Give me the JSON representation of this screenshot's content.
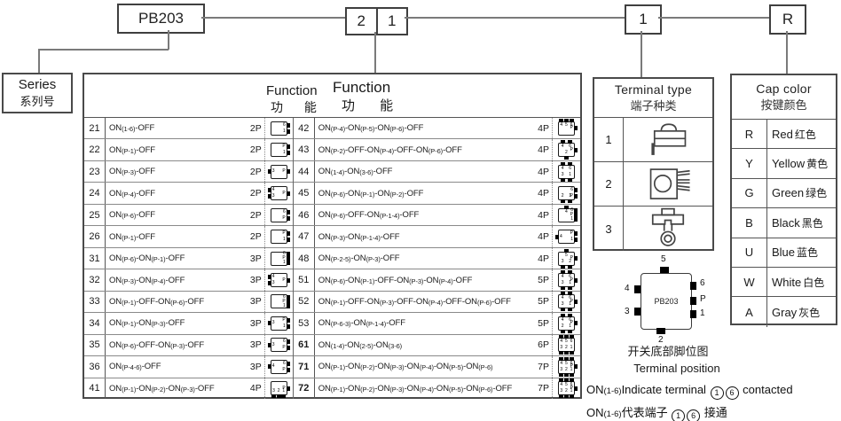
{
  "code_boxes": {
    "series": "PB203",
    "function_digit_left": "2",
    "function_digit_right": "1",
    "terminal": "1",
    "cap": "R"
  },
  "series": {
    "title_en": "Series",
    "title_zh": "系列号"
  },
  "function": {
    "title_en_1": "Function",
    "title_zh_1": "功 能",
    "title_en_2": "Function",
    "title_zh_2": "功 能",
    "left_rows": [
      {
        "num": "21",
        "fn": "ON(1-6)-OFF",
        "poles": "2P",
        "icon": {
          "r": [
            "6",
            "1"
          ]
        }
      },
      {
        "num": "22",
        "fn": "ON(P-1)-OFF",
        "poles": "2P",
        "icon": {
          "r": [
            "P",
            "1"
          ]
        }
      },
      {
        "num": "23",
        "fn": "ON(P-3)-OFF",
        "poles": "2P",
        "icon": {
          "l": [
            "3"
          ],
          "r": [
            "P"
          ]
        }
      },
      {
        "num": "24",
        "fn": "ON(P-4)-OFF",
        "poles": "2P",
        "icon": {
          "l": [
            "4",
            "3"
          ],
          "r": [
            "P"
          ]
        }
      },
      {
        "num": "25",
        "fn": "ON(P-6)-OFF",
        "poles": "2P",
        "icon": {
          "r": [
            "6",
            "P"
          ]
        }
      },
      {
        "num": "26",
        "fn": "ON(P-1)-OFF",
        "poles": "2P",
        "icon": {
          "r": [
            "P",
            "1"
          ]
        }
      },
      {
        "num": "31",
        "fn": "ON(P-6)-ON(P-1)-OFF",
        "poles": "3P",
        "icon": {
          "r": [
            "6",
            "P",
            "1"
          ]
        }
      },
      {
        "num": "32",
        "fn": "ON(P-3)-ON(P-4)-OFF",
        "poles": "3P",
        "icon": {
          "l": [
            "4",
            "3"
          ],
          "r": [
            "P"
          ]
        }
      },
      {
        "num": "33",
        "fn": "ON(P-1)-OFF-ON(P-6)-OFF",
        "poles": "3P",
        "icon": {
          "r": [
            "6",
            "P",
            "1"
          ]
        }
      },
      {
        "num": "34",
        "fn": "ON(P-1)-ON(P-3)-OFF",
        "poles": "3P",
        "icon": {
          "l": [
            "3"
          ],
          "r": [
            "P",
            "1"
          ]
        }
      },
      {
        "num": "35",
        "fn": "ON(P-6)-OFF-ON(P-3)-OFF",
        "poles": "3P",
        "icon": {
          "l": [
            "3"
          ],
          "r": [
            "6",
            "P"
          ]
        }
      },
      {
        "num": "36",
        "fn": "ON(P-4-6)-OFF",
        "poles": "3P",
        "icon": {
          "l": [
            "4"
          ],
          "r": [
            "6",
            "P"
          ]
        }
      },
      {
        "num": "41",
        "fn": "ON(P-1)-ON(P-2)-ON(P-3)-OFF",
        "poles": "4P",
        "icon": {
          "b": [
            "3",
            "2",
            "1"
          ],
          "r": [
            "P"
          ]
        }
      }
    ],
    "right_rows": [
      {
        "num": "42",
        "fn": "ON(P-4)-ON(P-5)-ON(P-6)-OFF",
        "poles": "4P",
        "icon": {
          "t": [
            "4",
            "5",
            "6"
          ],
          "r": [
            "P"
          ]
        }
      },
      {
        "num": "43",
        "fn": "ON(P-2)-OFF-ON(P-4)-OFF-ON(P-6)-OFF",
        "poles": "4P",
        "icon": {
          "t": [
            "4",
            "6"
          ],
          "r": [
            "P"
          ],
          "b": [
            "2"
          ]
        }
      },
      {
        "num": "44",
        "fn": "ON(1-4)-ON(3-6)-OFF",
        "poles": "4P",
        "icon": {
          "t": [
            "4",
            "6"
          ],
          "b": [
            "3",
            "1"
          ]
        }
      },
      {
        "num": "45",
        "fn": "ON(P-6)-ON(P-1)-ON(P-2)-OFF",
        "poles": "4P",
        "icon": {
          "r": [
            "6",
            "P"
          ],
          "b": [
            "2",
            "1"
          ]
        }
      },
      {
        "num": "46",
        "fn": "ON(P-6)-OFF-ON(P-1-4)-OFF",
        "poles": "4P",
        "icon": {
          "t": [
            "4"
          ],
          "r": [
            "6",
            "P",
            "1"
          ]
        }
      },
      {
        "num": "47",
        "fn": "ON(P-3)-ON(P-1-4)-OFF",
        "poles": "4P",
        "icon": {
          "l": [
            "4"
          ],
          "r": [
            "P",
            "1"
          ]
        }
      },
      {
        "num": "48",
        "fn": "ON(P-2-5)-ON(P-3)-OFF",
        "poles": "4P",
        "icon": {
          "t": [
            "5"
          ],
          "r": [
            "P"
          ],
          "b": [
            "3",
            "2"
          ]
        }
      },
      {
        "num": "51",
        "fn": "ON(P-6)-ON(P-1)-OFF-ON(P-3)-ON(P-4)-OFF",
        "poles": "5P",
        "icon": {
          "t": [
            "4",
            "6"
          ],
          "r": [
            "P"
          ],
          "b": [
            "3",
            "1"
          ]
        }
      },
      {
        "num": "52",
        "fn": "ON(P-1)-OFF-ON(P-3)-OFF-ON(P-4)-OFF-ON(P-6)-OFF",
        "poles": "5P",
        "icon": {
          "t": [
            "4",
            "6"
          ],
          "r": [
            "P"
          ],
          "b": [
            "3",
            "1"
          ]
        }
      },
      {
        "num": "53",
        "fn": "ON(P-6-3)-ON(P-1-4)-OFF",
        "poles": "5P",
        "icon": {
          "t": [
            "4",
            "6"
          ],
          "r": [
            "P"
          ],
          "b": [
            "2",
            "1"
          ]
        }
      },
      {
        "num": "61",
        "fn": "ON(1-4)-ON(2-5)-ON(3-6)",
        "poles": "6P",
        "bold": true,
        "icon": {
          "t": [
            "4",
            "5",
            "6"
          ],
          "b": [
            "3",
            "2",
            "1"
          ]
        }
      },
      {
        "num": "71",
        "fn": "ON(P-1)-ON(P-2)-ON(P-3)-ON(P-4)-ON(P-5)-ON(P-6)",
        "poles": "7P",
        "bold": true,
        "icon": {
          "t": [
            "4",
            "5",
            "6"
          ],
          "r": [
            "P"
          ],
          "b": [
            "3",
            "2",
            "1"
          ]
        }
      },
      {
        "num": "72",
        "fn": "ON(P-1)-ON(P-2)-ON(P-3)-ON(P-4)-ON(P-5)-ON(P-6)-OFF",
        "poles": "7P",
        "bold": true,
        "icon": {
          "t": [
            "4",
            "5",
            "6"
          ],
          "r": [
            "P"
          ],
          "b": [
            "3",
            "2",
            "1"
          ]
        }
      }
    ]
  },
  "terminal_type": {
    "title_en": "Terminal type",
    "title_zh": "端子种类",
    "rows": [
      {
        "code": "1",
        "icon": "straight-pcb-terminal-icon"
      },
      {
        "code": "2",
        "icon": "right-angle-pin-terminal-icon"
      },
      {
        "code": "3",
        "icon": "solder-lug-terminal-icon"
      }
    ]
  },
  "cap_color": {
    "title_en": "Cap color",
    "title_zh": "按键颜色",
    "rows": [
      {
        "code": "R",
        "en": "Red",
        "zh": "红色"
      },
      {
        "code": "Y",
        "en": "Yellow",
        "zh": "黄色"
      },
      {
        "code": "G",
        "en": "Green",
        "zh": "绿色"
      },
      {
        "code": "B",
        "en": "Black",
        "zh": "黑色"
      },
      {
        "code": "U",
        "en": "Blue",
        "zh": "蓝色"
      },
      {
        "code": "W",
        "en": "White",
        "zh": "白色"
      },
      {
        "code": "A",
        "en": "Gray",
        "zh": "灰色"
      }
    ]
  },
  "pinout": {
    "chip": "PB203",
    "pin_top": "5",
    "pin_bottom": "2",
    "pins_left": [
      "4",
      "3"
    ],
    "pins_right": [
      "6",
      "P",
      "1"
    ],
    "caption_zh": "开关底部脚位图",
    "caption_en": "Terminal position"
  },
  "notes": [
    {
      "on": "ON",
      "sub": "(1-6)",
      "before": "Indicate terminal",
      "circled": [
        "1",
        "6"
      ],
      "after": "contacted"
    },
    {
      "on": "ON",
      "sub": "(1-6)",
      "before": "代表端子",
      "circled": [
        "1",
        "6"
      ],
      "after": "接通"
    }
  ],
  "colors": {
    "line": "#7a7a7a",
    "border": "#4a4a4a",
    "text": "#1a1a1a"
  }
}
